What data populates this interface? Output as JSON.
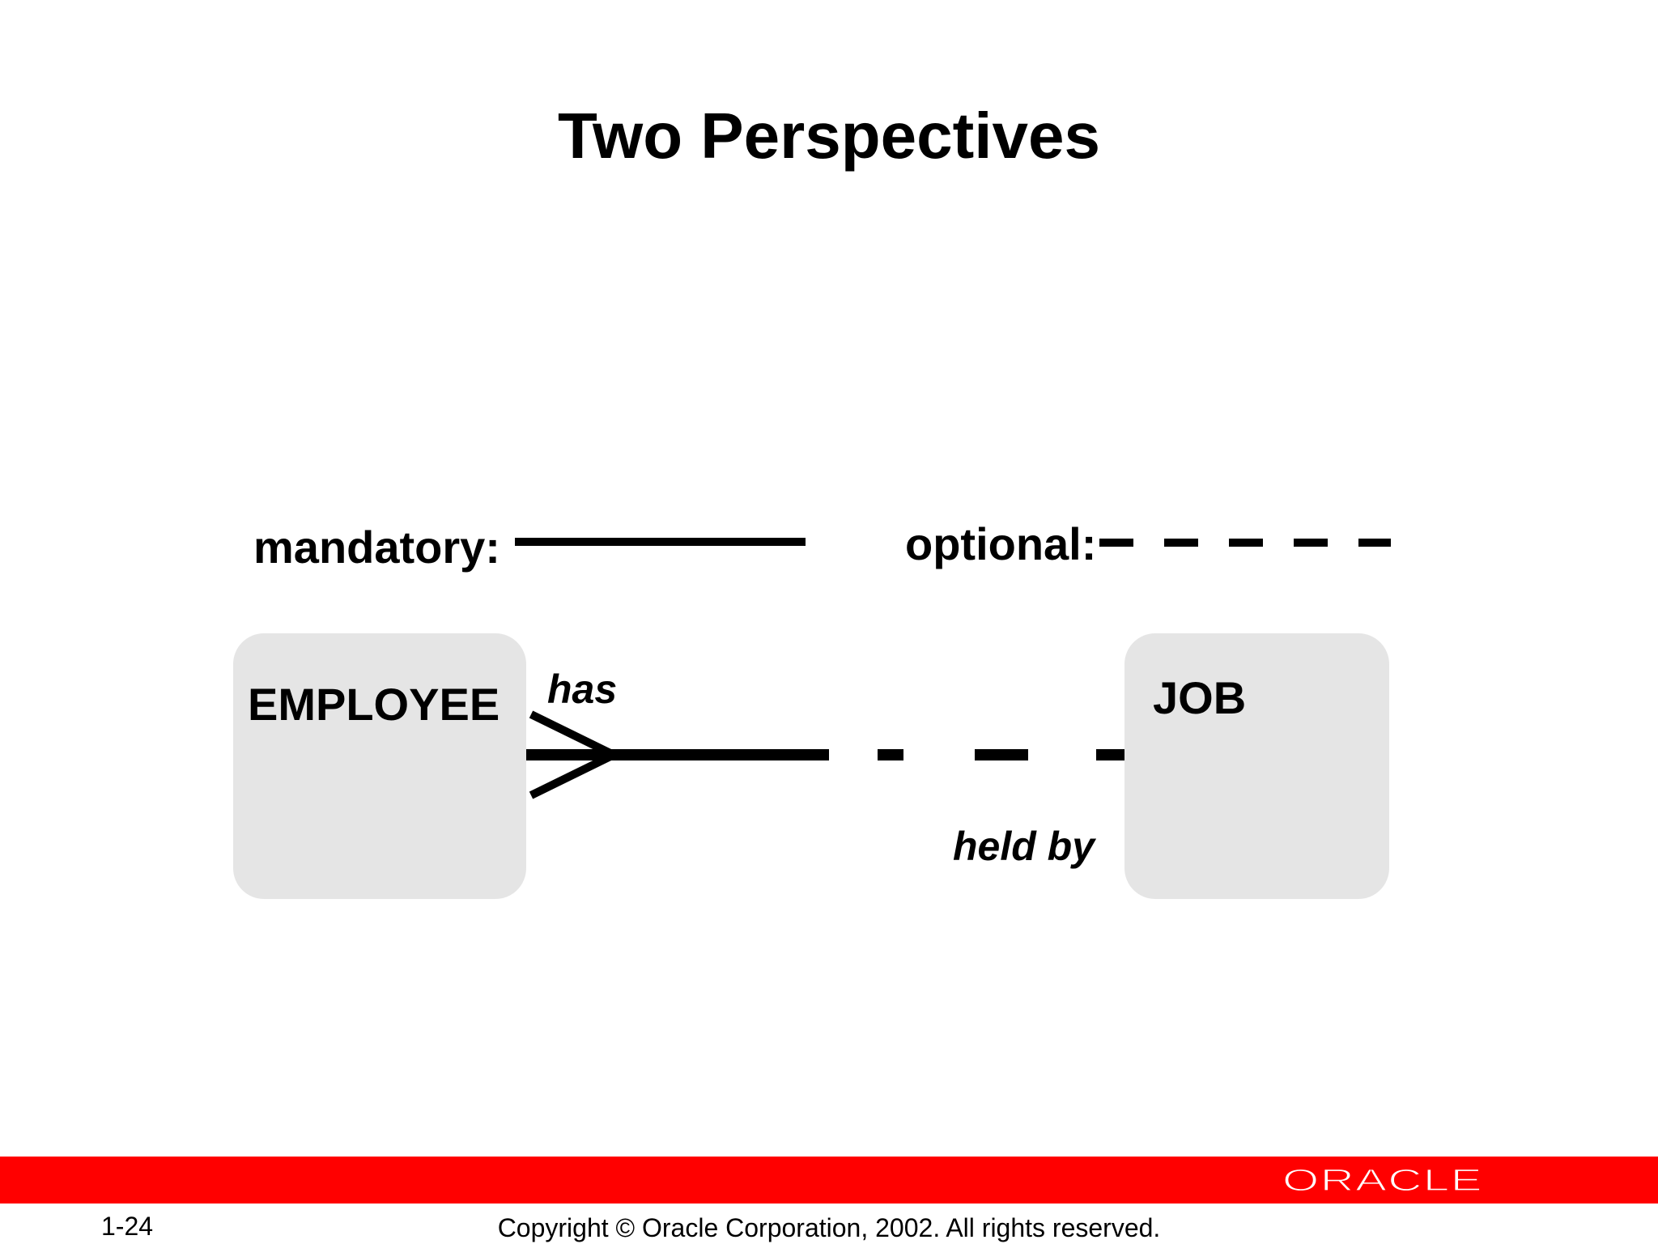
{
  "slide": {
    "title": "Two Perspectives"
  },
  "legend": {
    "mandatory_label": "mandatory:",
    "optional_label": "optional:"
  },
  "entities": {
    "employee": "EMPLOYEE",
    "job": "JOB"
  },
  "relationship": {
    "employee_side_label": "has",
    "job_side_label": "held by",
    "employee_end": "many, mandatory",
    "job_end": "one, optional"
  },
  "footer": {
    "slide_number": "1-24",
    "copyright": "Copyright © Oracle Corporation, 2002. All rights reserved.",
    "logo_text": "ORACLE",
    "band_color": "#ff0000"
  }
}
